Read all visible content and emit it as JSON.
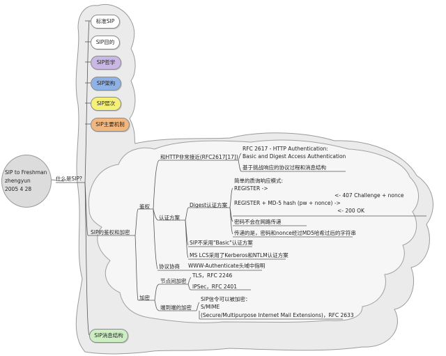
{
  "colors": {
    "cloud_fill": "#ebebeb",
    "cloud_stroke": "#9a9a9a",
    "inner_fill": "#f6f6f6",
    "line": "#555555",
    "pill_white": "#ffffff",
    "pill_purple": "#c9b7e6",
    "pill_blue": "#8fb2e6",
    "pill_yellow": "#f4f07a",
    "pill_orange": "#f2b77e",
    "pill_green": "#cdeec3"
  },
  "root": {
    "line1": "SIP to Freshman",
    "line2": "zhengyun",
    "line3": "2005 4 28"
  },
  "main_topic": "什么是SIP?",
  "topics": {
    "standard": "标准SIP",
    "purpose": "SIP目的",
    "philosophy": "SIP哲学",
    "architecture": "SIP架构",
    "layers": "SIP层次",
    "mechanism": "SIP主要机制",
    "message": "SIP消息结构"
  },
  "auth": {
    "title": "SIP的鉴权和加密",
    "authn": "鉴权",
    "http_close": "和HTTP非常接近(RFC2617[17])",
    "rfc2617_line1": "RFC 2617 - HTTP Authentication:",
    "rfc2617_line2": "Basic and Digest Access Authentication",
    "challenge_based": "基于挑战响应的协议过程和消息结构",
    "scheme": "认证方案",
    "digest": "Digest认证方案",
    "simple_cr": "简单的质询响应模式:",
    "register": "REGISTER ->",
    "challenge": "<- 407 Challenge + nonce",
    "register_md5": "REGISTER + MD-5 hash (pw + nonce) ->",
    "ok": "<- 200 OK",
    "no_pw": "密码不会在网路传递",
    "md5_pass": "传递的是，密码和nonce经过MD5哈希过后的字符串",
    "no_basic": "SIP不采用\"Basic\"认证方案",
    "ms_lcs": "MS LCS采用了Kerberos和NTLM认证方案",
    "negotiate": "协议协商",
    "www_auth": "WWW-Authenticate头域中指明",
    "encrypt": "加密",
    "hop": "节点间加密",
    "tls": "TLS，RFC 2246",
    "ipsec": "IPSec，RFC 2401",
    "e2e": "端到端的加密",
    "smime1": "SIP信令可以被加密：",
    "smime2": "S/MIME",
    "smime3": "(Secure/Multipurpose Internet Mail Extensions)，RFC 2633"
  }
}
